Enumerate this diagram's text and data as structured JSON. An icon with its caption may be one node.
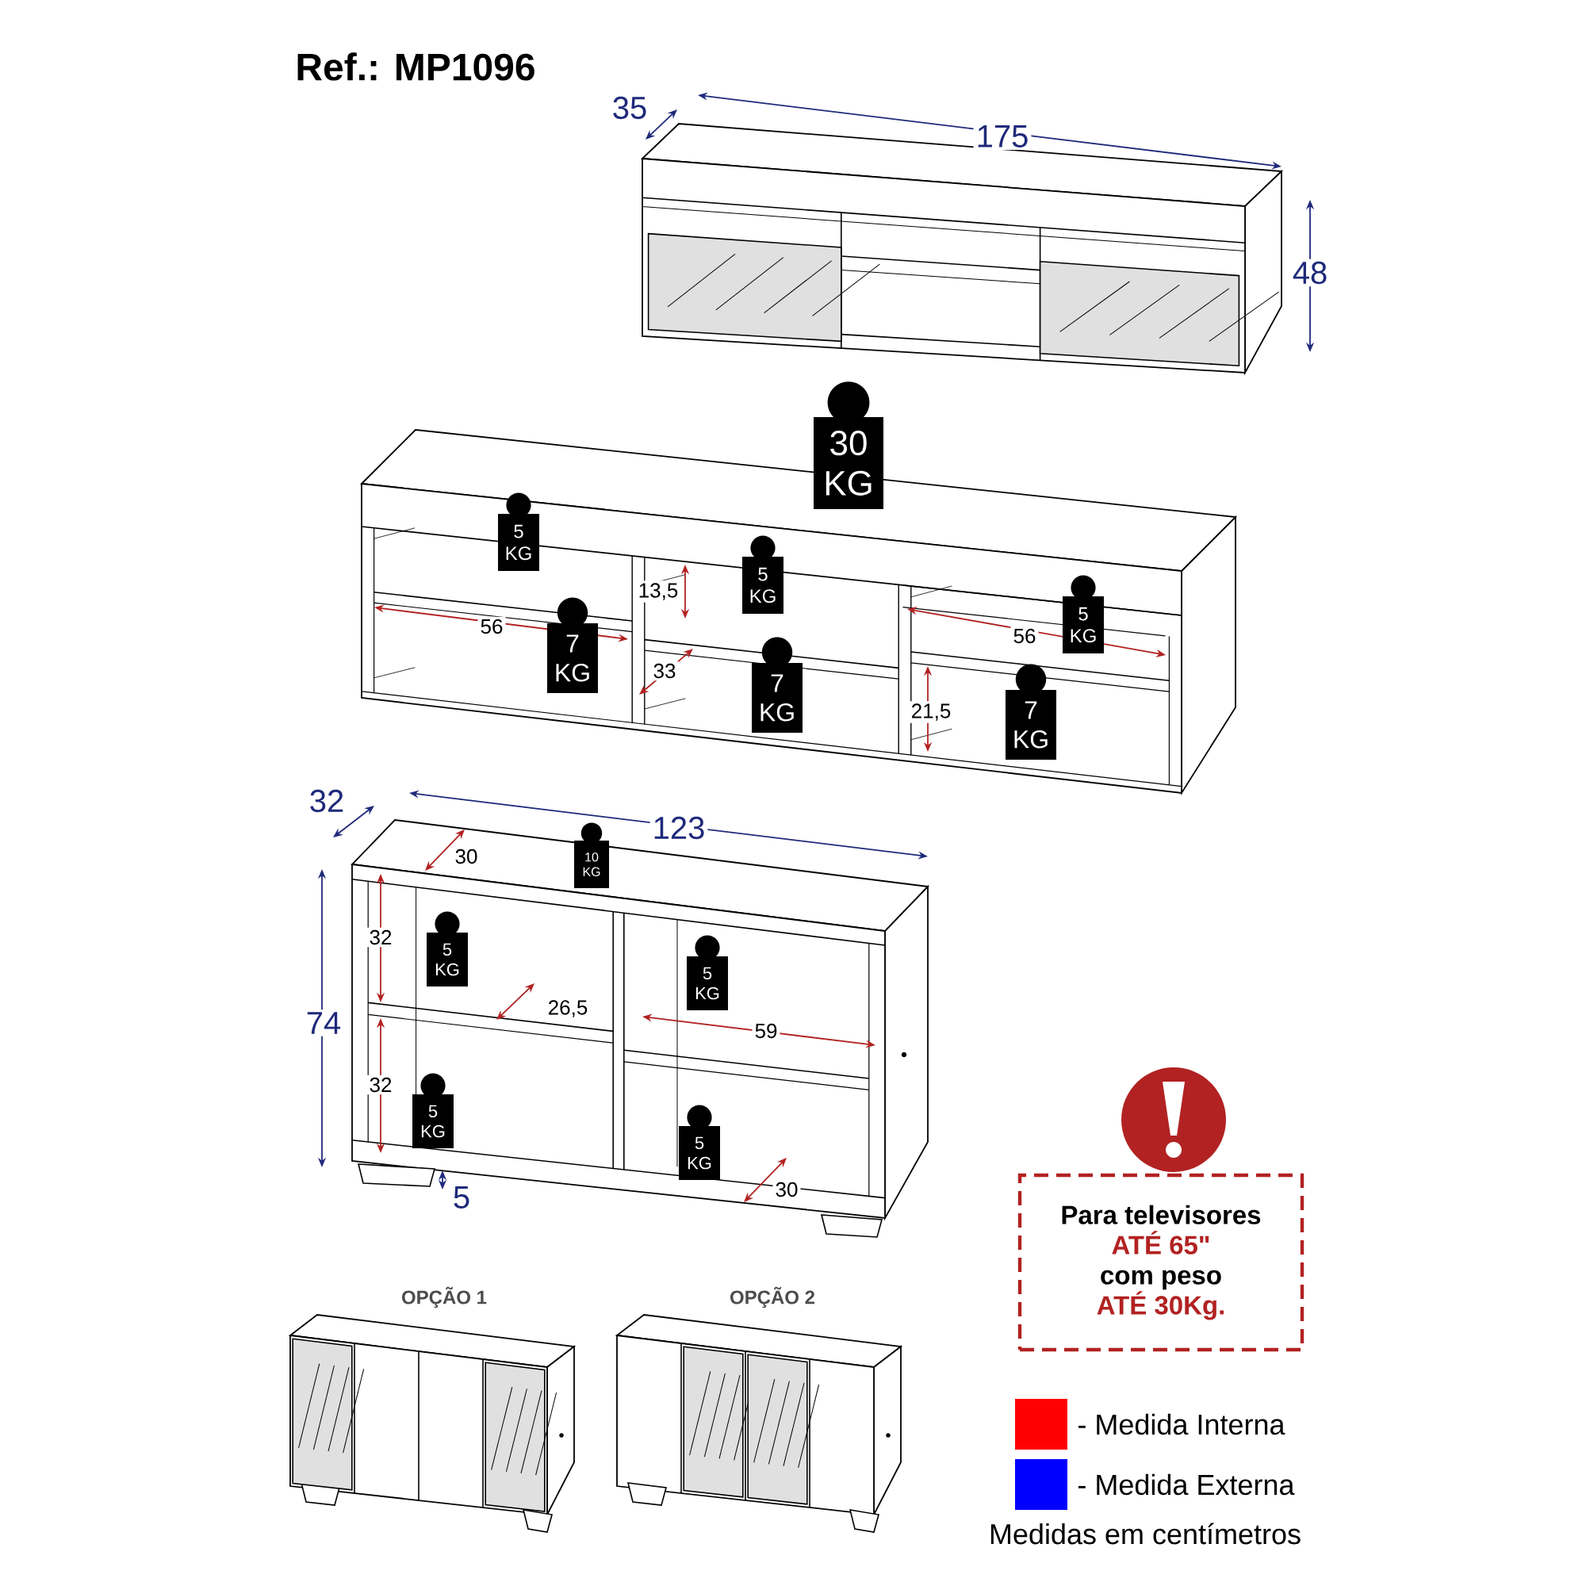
{
  "diagram": {
    "title": "Ref.: MP1096",
    "nodes": [
      {
        "text": [
          "30 KG"
        ]
      },
      {
        "text": [
          "5 KG"
        ]
      },
      {
        "text": [
          "5 KG"
        ]
      },
      {
        "text": [
          "5 KG"
        ]
      },
      {
        "text": [
          "7 KG"
        ]
      },
      {
        "text": [
          "7 KG"
        ]
      },
      {
        "text": [
          "7 KG"
        ]
      },
      {
        "text": [
          "10 KG"
        ]
      },
      {
        "text": [
          "5 KG"
        ]
      },
      {
        "text": [
          "5 KG"
        ]
      },
      {
        "text": [
          "5 KG"
        ]
      },
      {
        "text": [
          "5 KG"
        ]
      },
      {
        "text": [
          "Para televisores",
          "ATÉ 65\"",
          "com peso",
          "ATÉ 30Kg."
        ]
      }
    ],
    "labels": [
      "35",
      "175",
      "48",
      "13,5",
      "56",
      "33",
      "56",
      "21,5",
      "32",
      "123",
      "30",
      "32",
      "26,5",
      "59",
      "74",
      "32",
      "5",
      "30",
      "OPÇÃO 1",
      "OPÇÃO 2",
      "Medidas em centímetros"
    ],
    "legend": [
      {
        "text": "- Medida Interna",
        "color": "#ff0000"
      },
      {
        "text": "- Medida Externa",
        "color": "#0000ff"
      }
    ]
  }
}
